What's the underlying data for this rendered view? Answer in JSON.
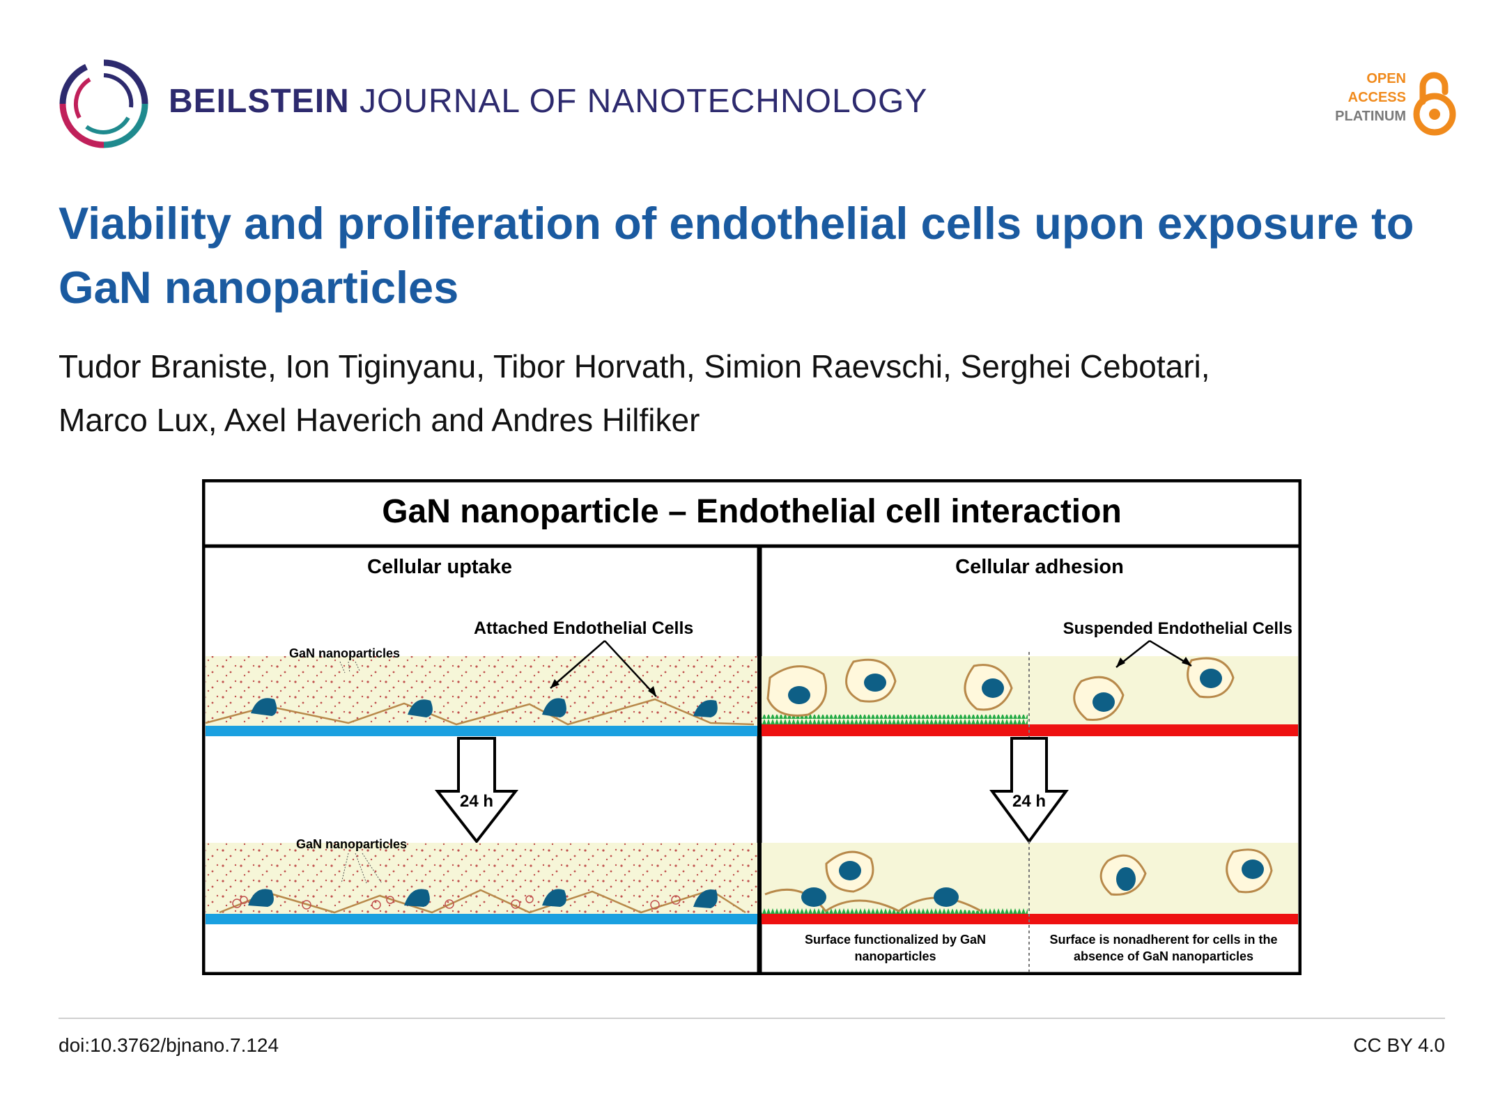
{
  "header": {
    "journal_bold": "BEILSTEIN",
    "journal_rest": "JOURNAL OF NANOTECHNOLOGY",
    "oa_line1": "OPEN",
    "oa_line2": "ACCESS",
    "oa_line3": "PLATINUM"
  },
  "article": {
    "title": "Viability and proliferation of endothelial cells upon exposure to GaN nanoparticles",
    "authors_line1": "Tudor Braniste, Ion Tiginyanu, Tibor Horvath, Simion Raevschi, Serghei Cebotari,",
    "authors_line2": "Marco Lux, Axel Haverich and Andres Hilfiker"
  },
  "figure": {
    "heading": "GaN nanoparticle – Endothelial cell interaction",
    "left_title": "Cellular uptake",
    "right_title": "Cellular adhesion",
    "attached_label": "Attached Endothelial Cells",
    "suspended_label": "Suspended Endothelial Cells",
    "np_label_top": "GaN nanoparticles",
    "np_label_bottom": "GaN nanoparticles",
    "arrow_label_left": "24 h",
    "arrow_label_right": "24 h",
    "caption_left_1": "Surface functionalized by GaN",
    "caption_left_2": "nanoparticles",
    "caption_right_1": "Surface is nonadherent for cells in the",
    "caption_right_2": "absence of GaN nanoparticles"
  },
  "footer": {
    "doi": "doi:10.3762/bjnano.7.124",
    "license": "CC BY 4.0"
  },
  "colors": {
    "title_blue": "#1a5aa0",
    "journal_navy": "#2d2a6e",
    "oa_orange": "#f08a1c",
    "medium_yellow": "#f6f6d8",
    "substrate_blue": "#1aa0e0",
    "substrate_red": "#ee1111",
    "coating_green": "#22aa44",
    "nucleus_teal": "#0e5f86",
    "membrane_tan": "#b8894a",
    "particle_red": "#c0504d"
  }
}
